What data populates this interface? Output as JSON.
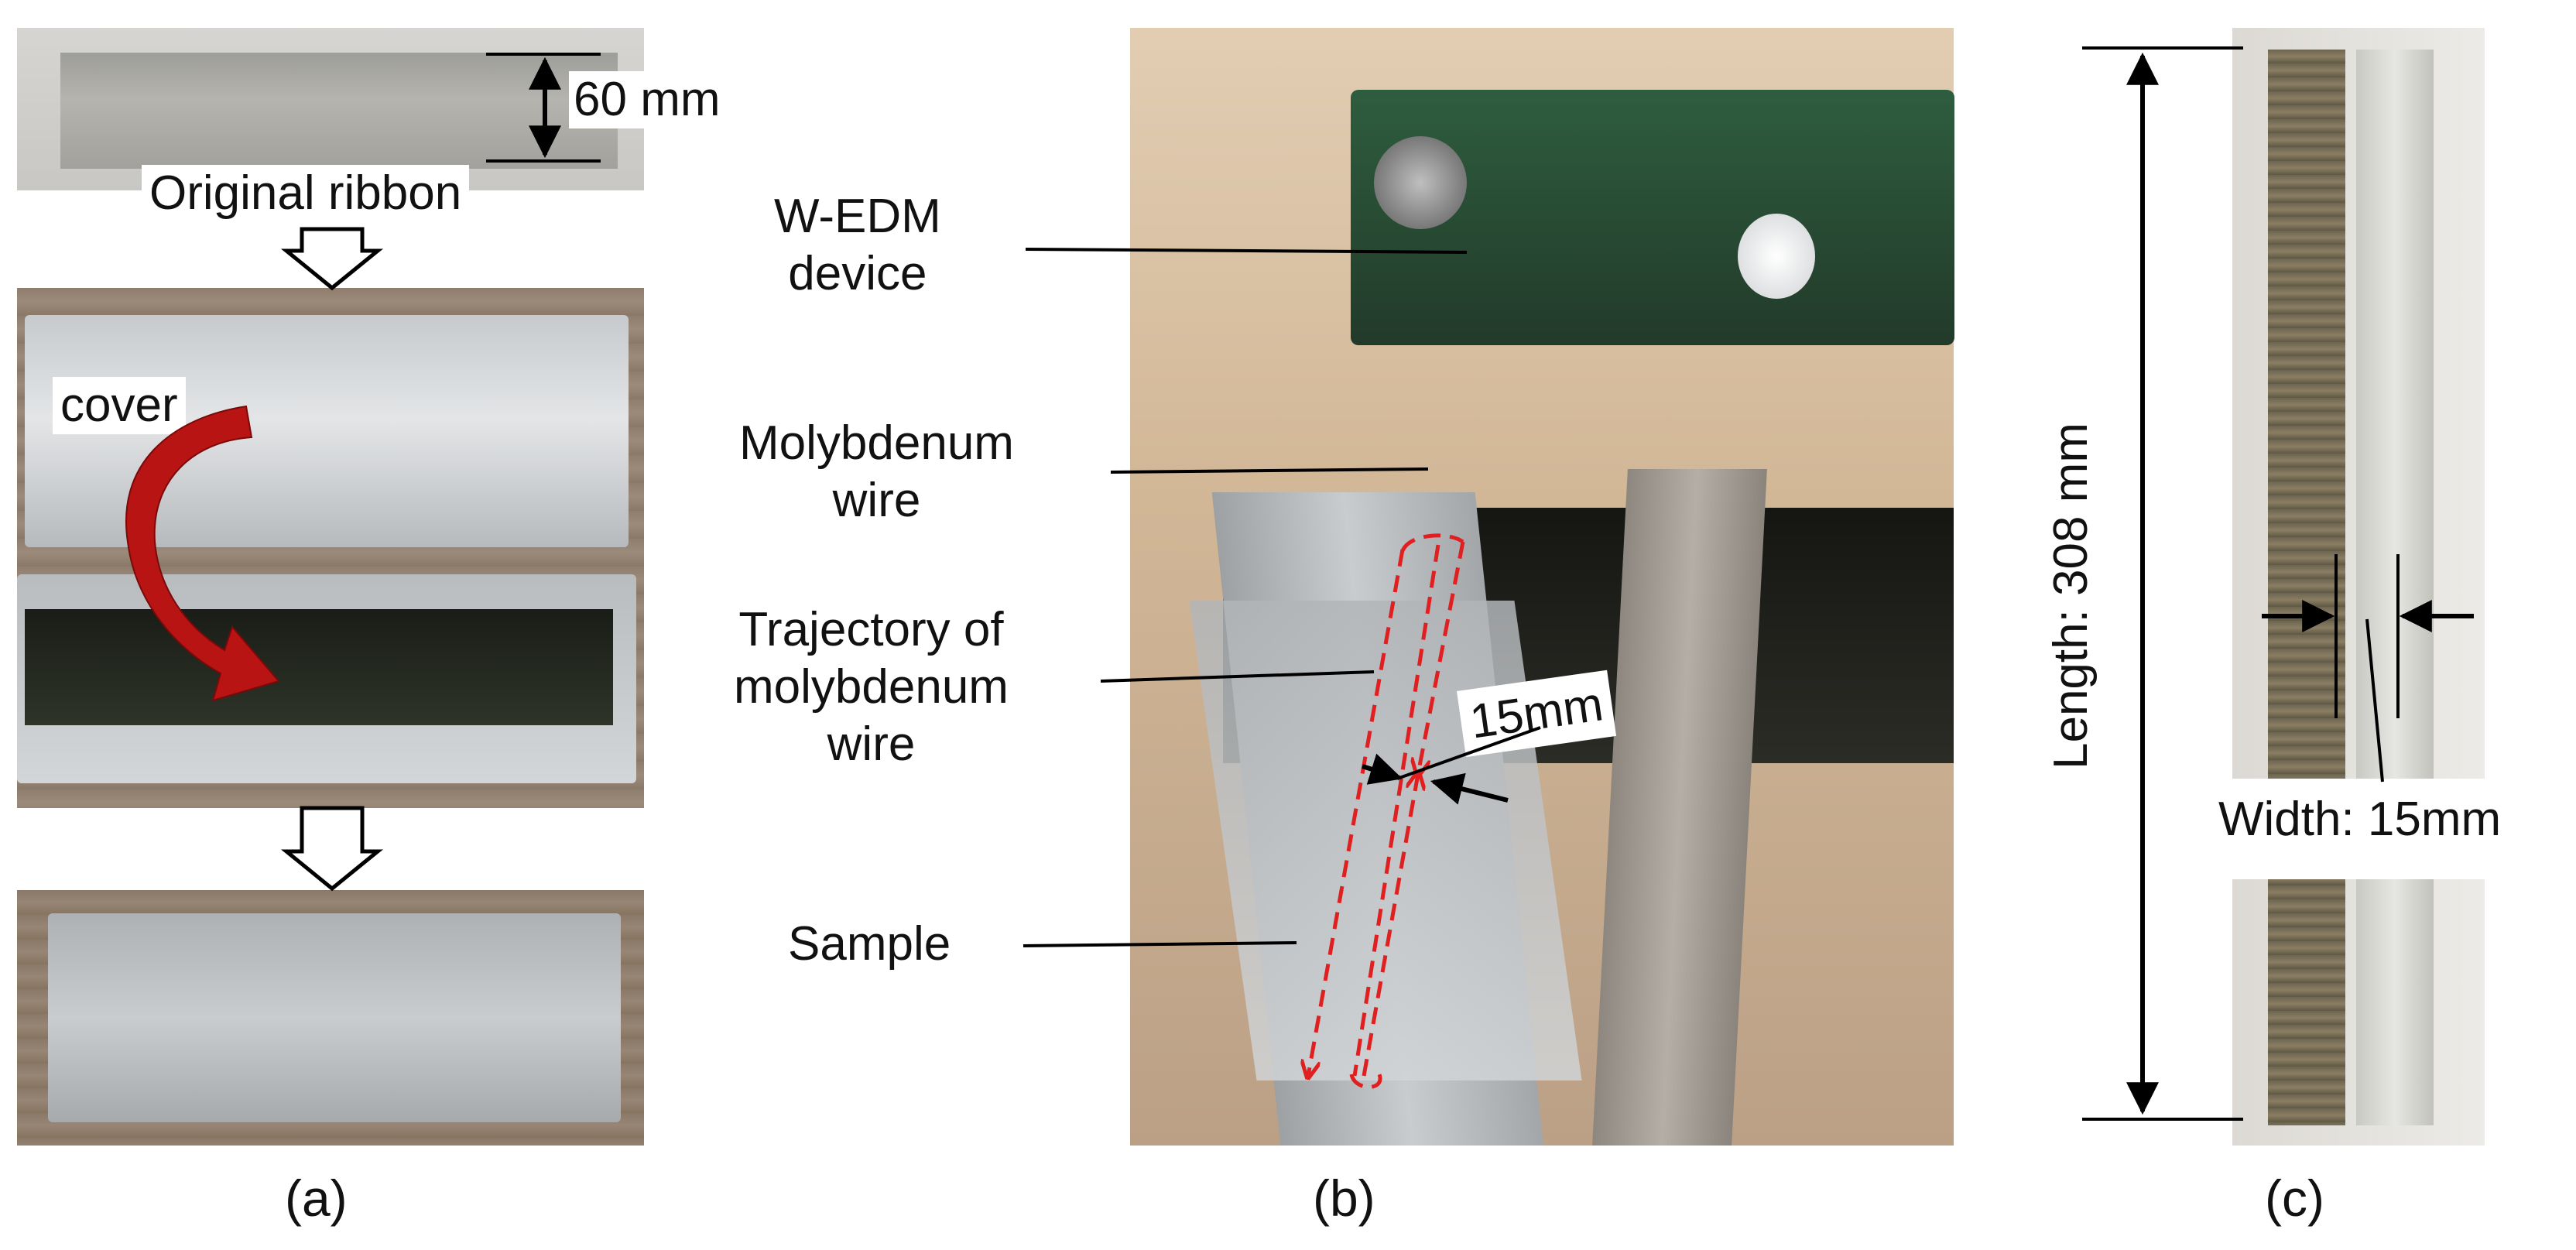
{
  "panel_a": {
    "dimension_label": "60 mm",
    "original_label": "Original ribbon",
    "cover_label": "cover",
    "caption": "(a)"
  },
  "panel_b": {
    "labels": {
      "device": "W-EDM\ndevice",
      "wire": "Molybdenum\nwire",
      "trajectory": "Trajectory of\nmolybdenum\nwire",
      "sample": "Sample",
      "width": "15mm"
    },
    "caption": "(b)"
  },
  "panel_c": {
    "length_label": "Length: 308 mm",
    "width_label": "Width: 15mm",
    "caption": "(c)"
  },
  "colors": {
    "photo_grey": "#a9aba8",
    "wood": "#cdb59a",
    "dark_frame": "#2e2f2c",
    "green_device": "#2f7a4a",
    "cover_arrow": "#b81414",
    "trajectory": "#e02020"
  }
}
